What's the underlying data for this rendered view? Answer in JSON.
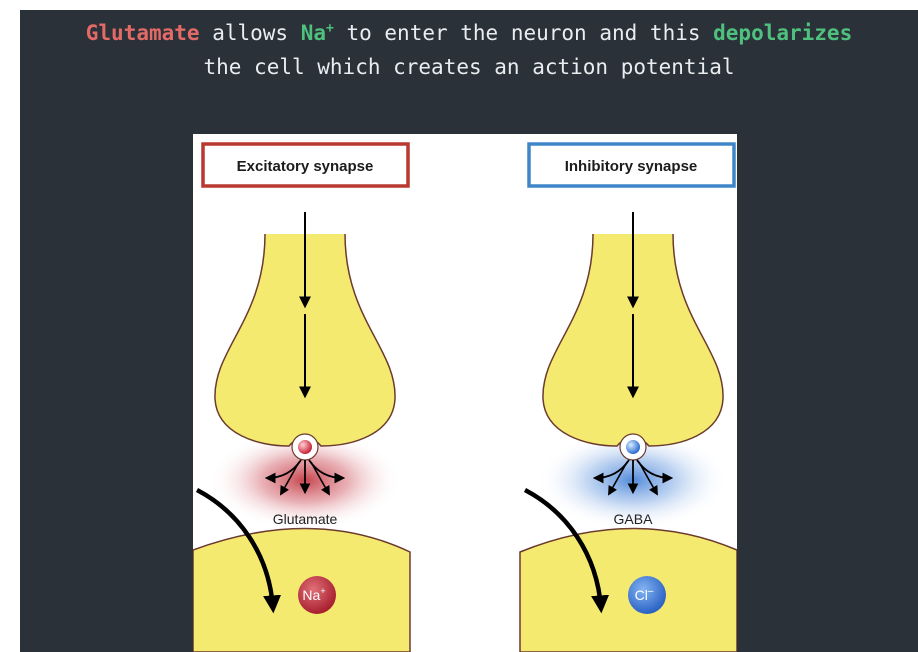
{
  "caption": {
    "part1": "Glutamate",
    "part2": " allows ",
    "part3": "Na",
    "part3_sup": "+",
    "part4": " to enter the neuron and this ",
    "part5": "depolarizes",
    "line2": "the cell which creates an action potential"
  },
  "colors": {
    "background": "#2b3138",
    "highlight_red": "#e36a66",
    "highlight_green": "#4fc17e",
    "excitatory_border": "#b8392f",
    "inhibitory_border": "#3f86c8",
    "neuron_fill": "#f5ea70"
  },
  "excitatory": {
    "title": "Excitatory synapse",
    "neurotransmitter": "Glutamate",
    "ion": "Na",
    "ion_sup": "+"
  },
  "inhibitory": {
    "title": "Inhibitory synapse",
    "neurotransmitter": "GABA",
    "ion": "Cl",
    "ion_sup": "–"
  }
}
